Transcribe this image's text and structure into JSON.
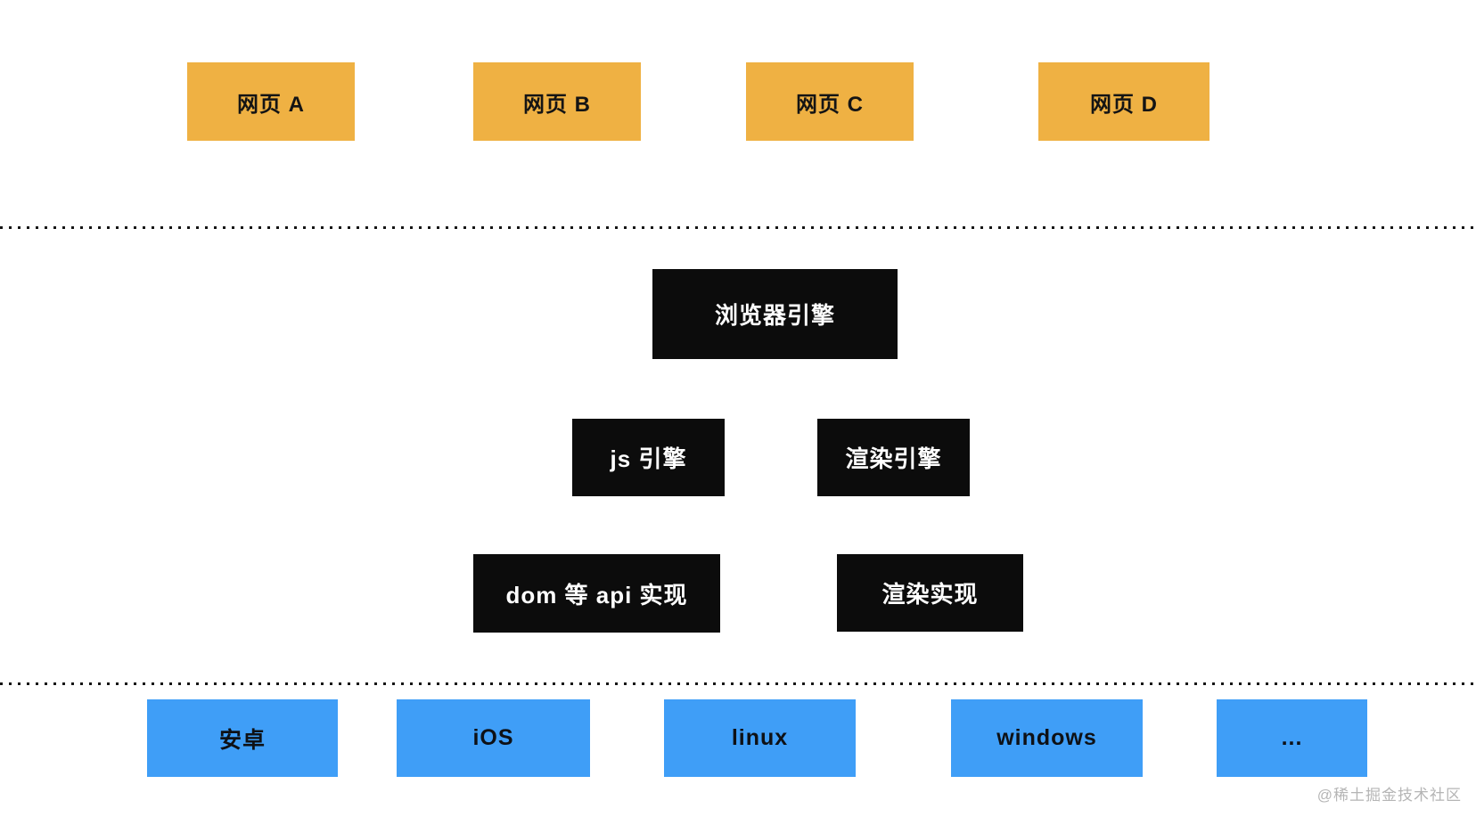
{
  "colors": {
    "web_page_box": "#efb143",
    "engine_box": "#0c0c0c",
    "os_box": "#3f9ef7",
    "divider_dots": "#141414",
    "watermark_text": "#b5b5b5",
    "background": "#ffffff"
  },
  "web_pages": {
    "items": [
      {
        "label": "网页 A"
      },
      {
        "label": "网页 B"
      },
      {
        "label": "网页 C"
      },
      {
        "label": "网页 D"
      }
    ]
  },
  "engine": {
    "browser_engine": "浏览器引擎",
    "js_engine": "js 引擎",
    "render_engine": "渲染引擎",
    "dom_api_impl": "dom 等 api 实现",
    "render_impl": "渲染实现"
  },
  "os": {
    "items": [
      {
        "label": "安卓"
      },
      {
        "label": "iOS"
      },
      {
        "label": "linux"
      },
      {
        "label": "windows"
      },
      {
        "label": "..."
      }
    ]
  },
  "watermark": {
    "text": "@稀土掘金技术社区"
  }
}
